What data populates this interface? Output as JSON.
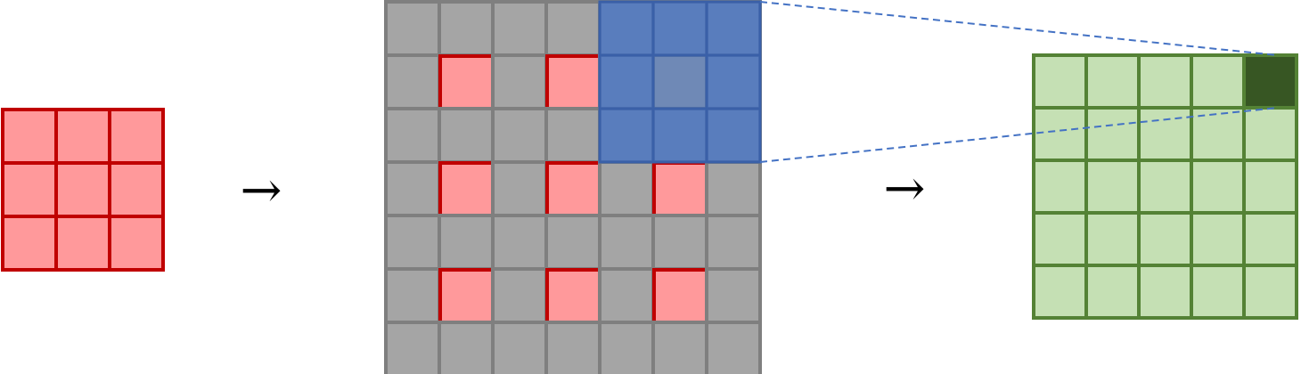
{
  "colors": {
    "input_fill": "#ff999b",
    "input_border": "#c00000",
    "padded_fill": "#a5a5a5",
    "padded_border": "#7f7f7f",
    "window_fill": "#4472c4",
    "window_border": "#3a60a8",
    "output_fill": "#c5e0b4",
    "output_border": "#548235",
    "output_active_fill": "#375623",
    "projection_line": "#4472c4",
    "arrow": "#000000"
  },
  "input_grid": {
    "rows": 3,
    "cols": 3
  },
  "padded_grid": {
    "rows": 7,
    "cols": 7,
    "input_cells": [
      [
        1,
        1
      ],
      [
        1,
        3
      ],
      [
        3,
        1
      ],
      [
        3,
        3
      ],
      [
        3,
        5
      ],
      [
        5,
        1
      ],
      [
        5,
        3
      ],
      [
        5,
        5
      ]
    ],
    "window": {
      "row": 0,
      "col": 4,
      "size": 3
    },
    "window_overlap_cells": [
      [
        1,
        5
      ]
    ]
  },
  "output_grid": {
    "rows": 5,
    "cols": 5,
    "active_cell": [
      0,
      4
    ]
  },
  "arrows": [
    "→",
    "→"
  ]
}
